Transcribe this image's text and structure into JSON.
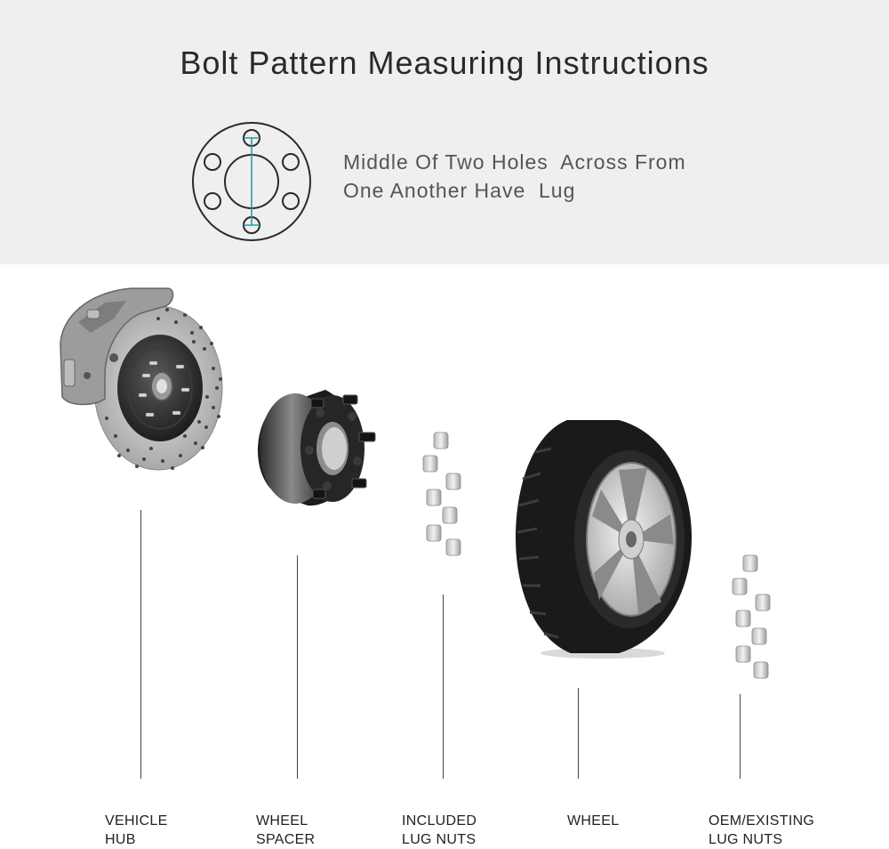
{
  "header": {
    "title": "Bolt Pattern Measuring Instructions",
    "instruction_line1": "Middle Of Two Holes  Across From",
    "instruction_line2": "One Another Have  Lug",
    "accent_color": "#2a9d9d"
  },
  "components": [
    {
      "line1": "VEHICLE",
      "line2": "HUB",
      "icon": "brake-rotor-hub-icon"
    },
    {
      "line1": "WHEEL",
      "line2": "SPACER",
      "icon": "wheel-spacer-icon"
    },
    {
      "line1": "INCLUDED",
      "line2": "LUG NUTS",
      "icon": "lug-nut-icon"
    },
    {
      "line1": "WHEEL",
      "line2": "",
      "icon": "tire-wheel-icon"
    },
    {
      "line1": "OEM/EXISTING",
      "line2": "LUG NUTS",
      "icon": "lug-nut-icon"
    }
  ]
}
